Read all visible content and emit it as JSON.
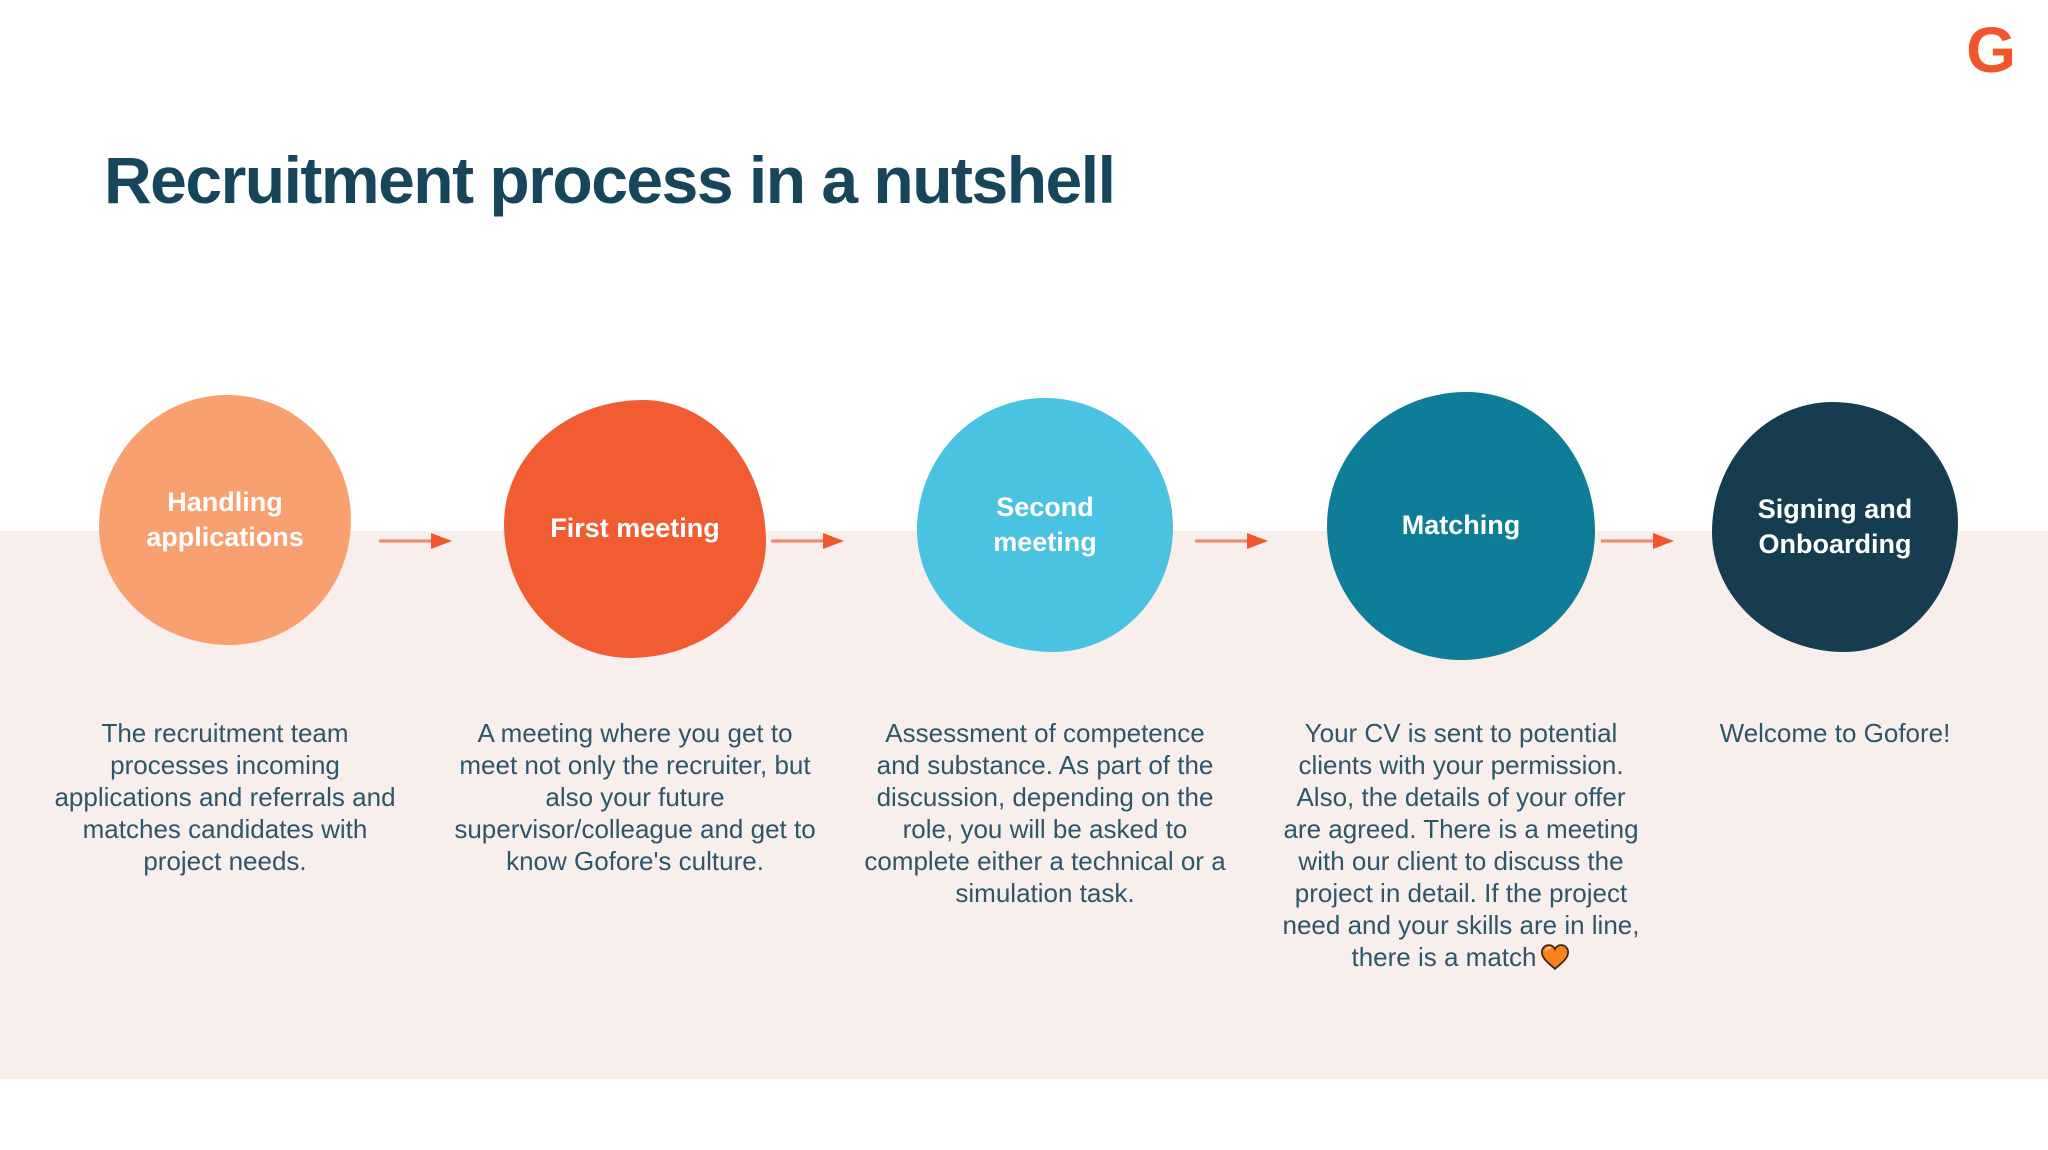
{
  "slide": {
    "title": "Recruitment process in a nutshell",
    "logo_letter": "G"
  },
  "colors": {
    "pink_band": "#f8efec",
    "title_text": "#17465c",
    "body_text": "#2d566b",
    "arrow_line": "#f0876a",
    "arrow_head": "#f2552c",
    "logo_orange": "#f2552c",
    "heart_fill": "#f8821c"
  },
  "steps": [
    {
      "label": "Handling applications",
      "color": "#f9a071",
      "description": "The recruitment team processes incoming applications and referrals and matches candidates with project needs."
    },
    {
      "label": "First meeting",
      "color": "#f25c33",
      "description": "A meeting where you get to meet not only the recruiter, but also your future supervisor/colleague and get to know Gofore's culture."
    },
    {
      "label": "Second meeting",
      "color": "#4ac2e1",
      "description": "Assessment of competence and substance. As part of the discussion, depending on the role, you will be asked to complete either a technical or a simulation task."
    },
    {
      "label": "Matching",
      "color": "#0d7d98",
      "description": "Your CV is sent to potential clients with your permission. Also, the details of your offer are agreed. There is a meeting with our client to discuss the project in detail. If the project need and your skills are in line, there is a match",
      "description_suffix_icon": "orange-heart"
    },
    {
      "label": "Signing and Onboarding",
      "color": "#163c4f",
      "description": "Welcome to Gofore!"
    }
  ]
}
